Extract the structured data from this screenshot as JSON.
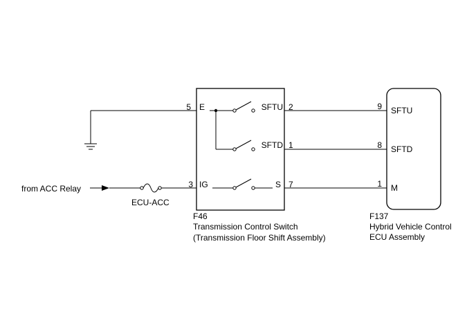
{
  "switch_component": {
    "code": "F46",
    "name": "Transmission Control Switch",
    "assembly": "(Transmission Floor Shift Assembly)",
    "pins": {
      "e_num": "5",
      "e_label": "E",
      "ig_num": "3",
      "ig_label": "IG",
      "sftu_label": "SFTU",
      "sftu_num": "2",
      "sftd_label": "SFTD",
      "sftd_num": "1",
      "s_label": "S",
      "s_num": "7"
    }
  },
  "ecu_component": {
    "code": "F137",
    "name_line1": "Hybrid Vehicle Control",
    "name_line2": "ECU Assembly",
    "pins": {
      "sftu_num": "9",
      "sftu_label": "SFTU",
      "sftd_num": "8",
      "sftd_label": "SFTD",
      "m_num": "1",
      "m_label": "M"
    }
  },
  "source_label": "from ACC Relay",
  "fuse_label": "ECU-ACC",
  "colors": {
    "line": "#000000",
    "background": "#ffffff"
  }
}
